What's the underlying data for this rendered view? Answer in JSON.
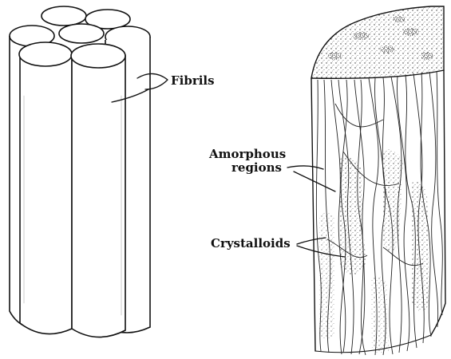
{
  "diagram": {
    "labels": {
      "fibrils": "Fibrils",
      "amorphous_line1": "Amorphous",
      "amorphous_line2": "regions",
      "crystalloids": "Crystalloids"
    }
  }
}
